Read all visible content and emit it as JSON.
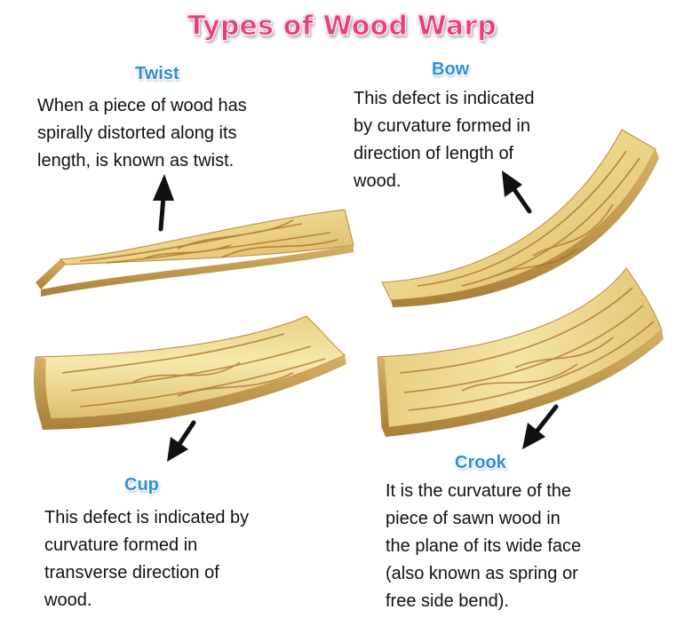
{
  "title": "Types of Wood Warp",
  "colors": {
    "title": "#e8407a",
    "label": "#2f8ed8",
    "wood_light": "#f2de98",
    "wood_mid": "#dcbd6a",
    "wood_dark": "#b8893a",
    "grain": "#a66a22",
    "arrow": "#111111"
  },
  "twist": {
    "label": "Twist",
    "desc_lines": [
      "When a piece of wood has",
      "spirally distorted along its",
      "length, is known as twist."
    ]
  },
  "bow": {
    "label": "Bow",
    "desc_lines": [
      "This defect is indicated",
      "by curvature formed in",
      "direction of length of",
      "wood."
    ]
  },
  "cup": {
    "label": "Cup",
    "desc_lines": [
      "This defect is indicated by",
      "curvature formed in",
      "transverse direction of",
      "wood."
    ]
  },
  "crook": {
    "label": "Crook",
    "desc_lines": [
      "It is the curvature of the",
      "piece of sawn wood in",
      "the plane of its wide face",
      "(also known as spring or",
      "free side bend)."
    ]
  }
}
